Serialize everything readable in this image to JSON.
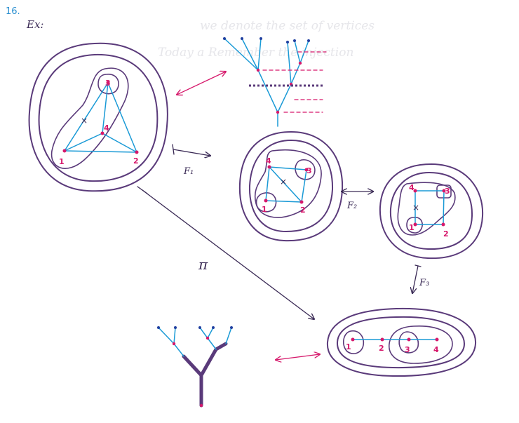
{
  "page_number": "16.",
  "example_label": "Ex:",
  "faded_notes": [
    "we denote the set of vertices",
    "Today a Remember the injection"
  ],
  "vertex_labels": {
    "big": [
      "1",
      "2",
      "3",
      "4"
    ],
    "f1": [
      "1",
      "2",
      "3",
      "4"
    ],
    "f2": [
      "1",
      "2",
      "3",
      "4"
    ],
    "bottom": [
      "1",
      "2",
      "3",
      "4"
    ]
  },
  "map_labels": {
    "f1": "F₁",
    "f2": "F₂",
    "f3": "F₃",
    "pi": "π"
  },
  "colors": {
    "ink": "#5a3a7a",
    "edges": "#1a9ad6",
    "vertices": "#d6186b"
  }
}
